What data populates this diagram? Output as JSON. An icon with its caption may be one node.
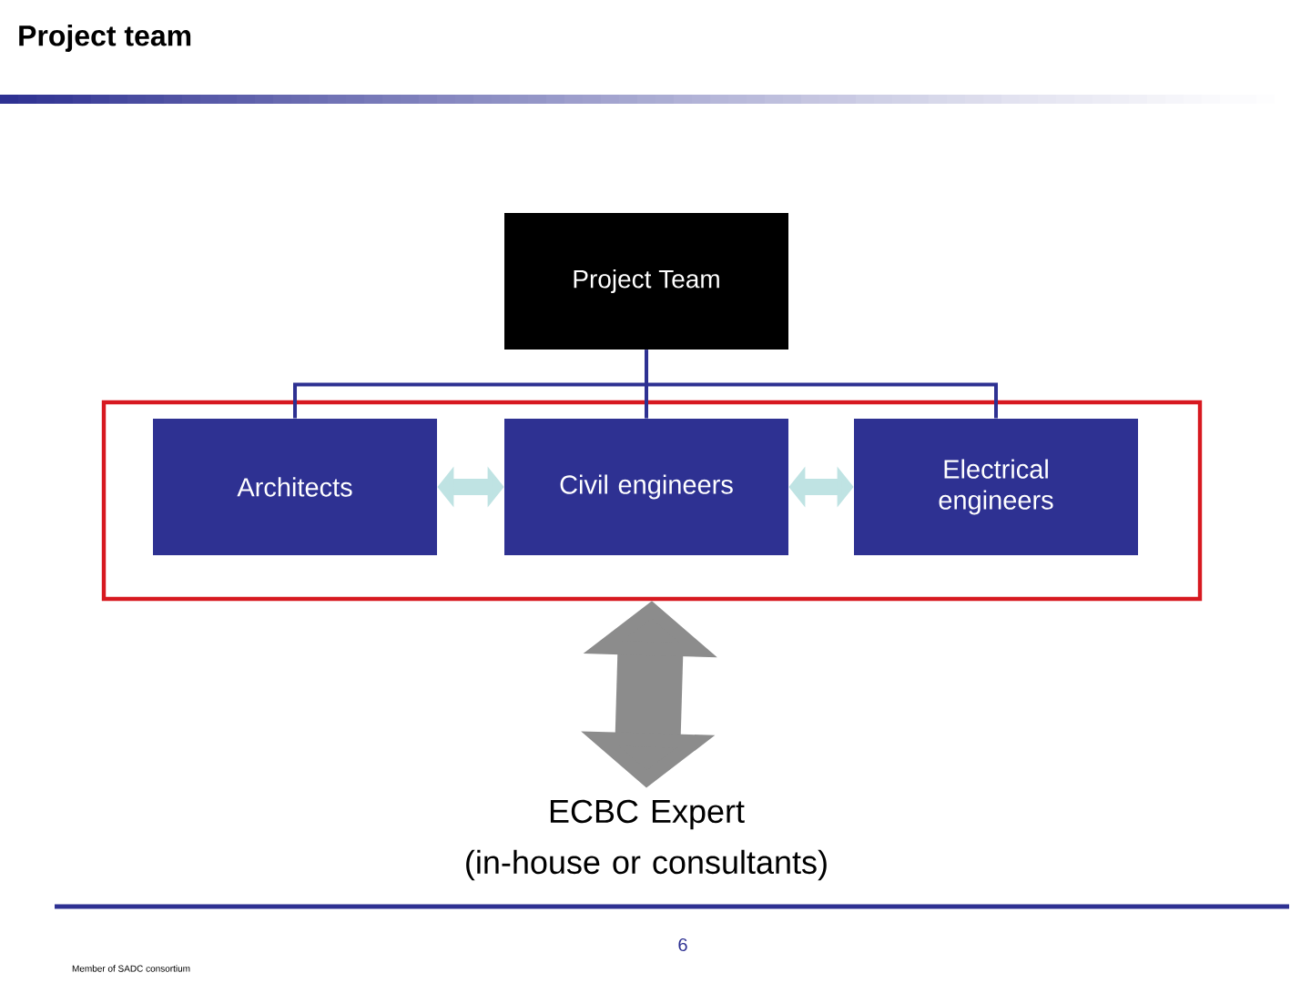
{
  "diagram": {
    "title": "Project team",
    "nodes": [
      {
        "text": [
          "Project Team"
        ]
      },
      {
        "text": [],
        "shape": "box"
      },
      {
        "text": [
          "Architects"
        ],
        "in": 1
      },
      {
        "text": [
          "Civil engineers"
        ],
        "in": 1
      },
      {
        "text": [
          "Electrical engineers"
        ],
        "in": 1
      },
      {
        "text": [
          "ECBC Expert (in-house or consultants)"
        ]
      }
    ],
    "edges": [
      {
        "from": 0,
        "to": 2,
        "arrow": "none"
      },
      {
        "from": 0,
        "to": 3,
        "arrow": "none"
      },
      {
        "from": 0,
        "to": 4,
        "arrow": "none"
      },
      {
        "from": 2,
        "to": 3,
        "arrow": "both",
        "style": "thick",
        "color": "#bfe3e3"
      },
      {
        "from": 3,
        "to": 4,
        "arrow": "both",
        "style": "thick",
        "color": "#bfe3e3"
      },
      {
        "from": 1,
        "to": 5,
        "arrow": "both",
        "style": "thick",
        "color": "#8c8c8c"
      }
    ],
    "labels": [
      "Member of SADC consortium",
      "6"
    ]
  }
}
